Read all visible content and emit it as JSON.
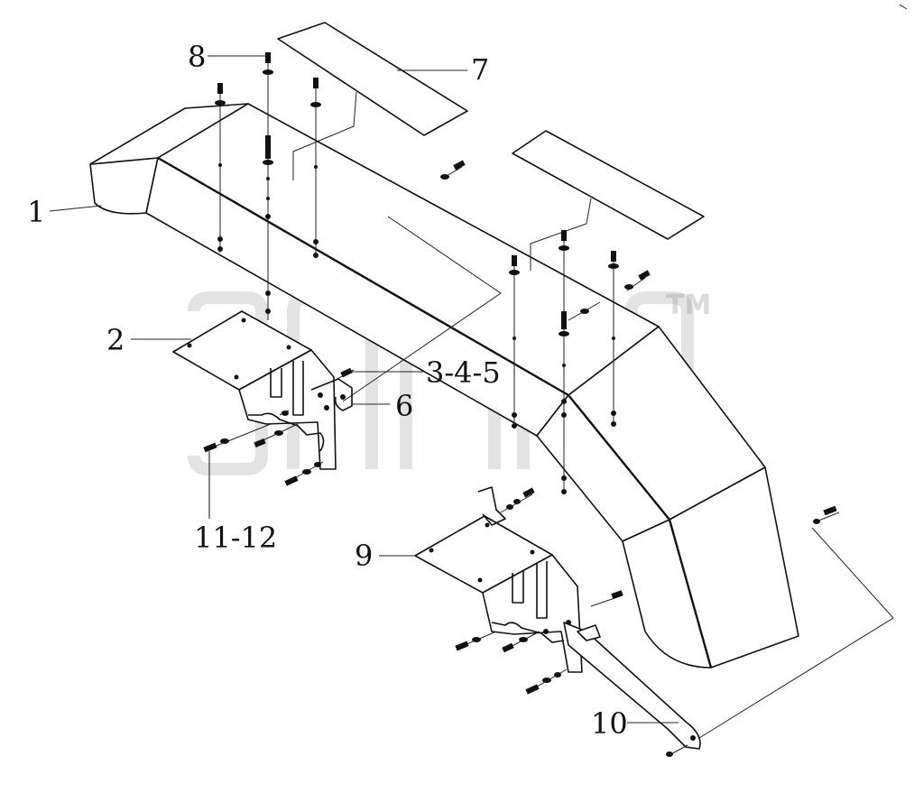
{
  "labels": {
    "l1": "1",
    "l2": "2",
    "l345": "3-4-5",
    "l6": "6",
    "l7": "7",
    "l8": "8",
    "l9": "9",
    "l10": "10",
    "l1112": "11-12"
  },
  "watermark": {
    "tm": "TM"
  },
  "colors": {
    "line": "#111111",
    "watermark": "#9a9a9a",
    "background": "#ffffff"
  }
}
